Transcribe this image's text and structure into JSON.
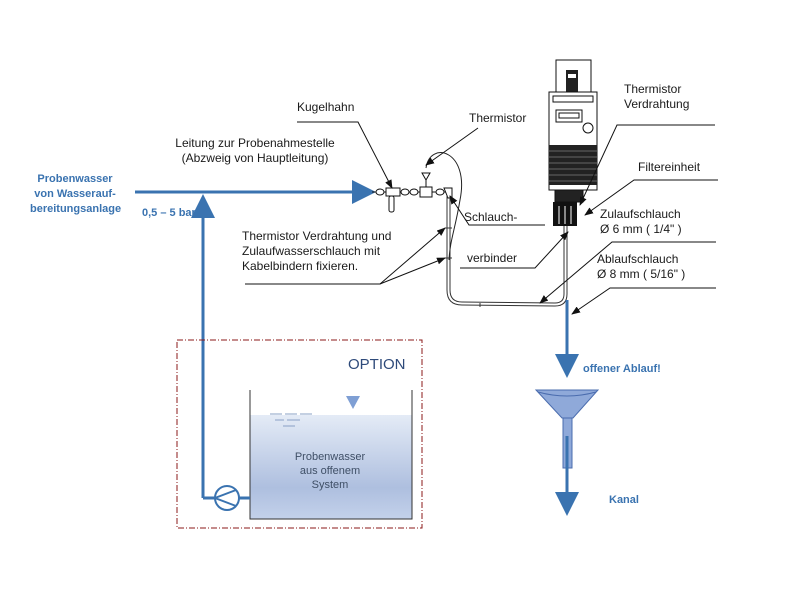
{
  "source": {
    "label_lines": [
      "Probenwasser",
      "von Wasserauf-",
      "bereitungsanlage"
    ],
    "pressure": "0,5 – 5 bar"
  },
  "labels": {
    "kugelhahn": "Kugelhahn",
    "leitung_line1": "Leitung zur Probenahmestelle",
    "leitung_line2": "(Abzweig von Hauptleitung)",
    "thermistor": "Thermistor",
    "thermistor_wiring_line1": "Thermistor",
    "thermistor_wiring_line2": "Verdrahtung",
    "filter_unit": "Filtereinheit",
    "inlet_hose_line1": "Zulaufschlauch",
    "inlet_hose_line2": "Ø 6 mm ( 1/4\" )",
    "outlet_hose_line1": "Ablaufschlauch",
    "outlet_hose_line2": "Ø 8 mm ( 5/16\" )",
    "connector_line1": "Schlauch-",
    "connector_line2": "verbinder",
    "fix_note_line1": "Thermistor Verdrahtung und",
    "fix_note_line2": "Zulaufwasserschlauch mit",
    "fix_note_line3": "Kabelbindern fixieren."
  },
  "drain": {
    "open_drain": "offener Ablauf!",
    "sewer": "Kanal"
  },
  "option": {
    "title": "OPTION",
    "tank_lines": [
      "Probenwasser",
      "aus offenem",
      "System"
    ]
  },
  "colors": {
    "pipe_blue": "#3a73b0",
    "option_border": "#8b1a1a",
    "tank_fill": "#b7c9e6",
    "funnel": "#7f9fd4"
  }
}
